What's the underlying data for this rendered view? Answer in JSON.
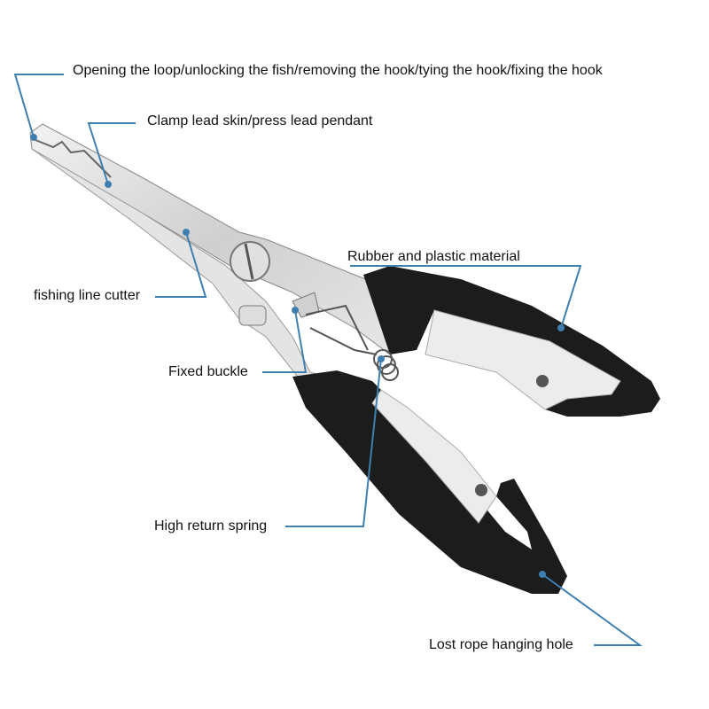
{
  "colors": {
    "leader": "#3f7fb0",
    "grip": "#1c1c1c",
    "steel": "#d9d9d9"
  },
  "labels": {
    "opening": "Opening the loop/unlocking the fish/removing the hook/tying the hook/fixing the hook",
    "clamp": "Clamp lead skin/press lead pendant",
    "cutter": "fishing line cutter",
    "rubber": "Rubber and plastic material",
    "buckle": "Fixed buckle",
    "spring": "High return spring",
    "hole": "Lost rope hanging hole"
  }
}
